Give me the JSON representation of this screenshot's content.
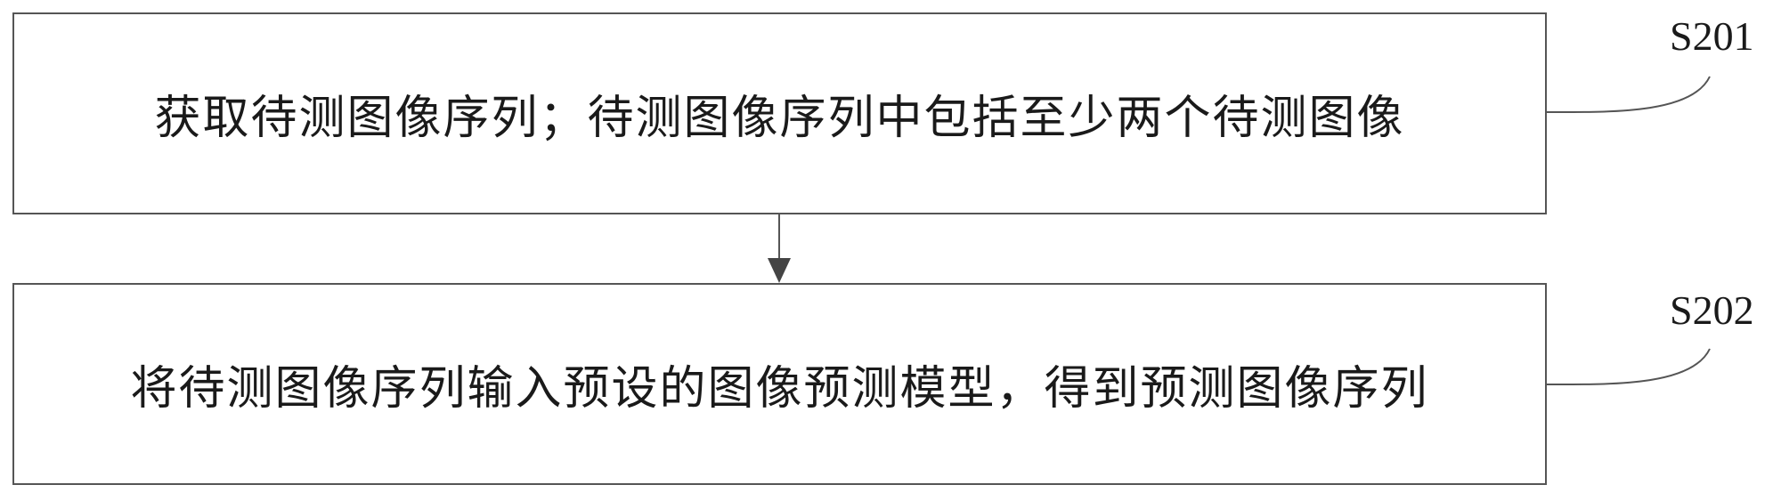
{
  "steps": [
    {
      "id": "S201",
      "text": "获取待测图像序列；待测图像序列中包括至少两个待测图像"
    },
    {
      "id": "S202",
      "text": "将待测图像序列输入预设的图像预测模型，得到预测图像序列"
    }
  ],
  "colors": {
    "line": "#555555",
    "text": "#1a1a1a",
    "arrow": "#444444"
  }
}
